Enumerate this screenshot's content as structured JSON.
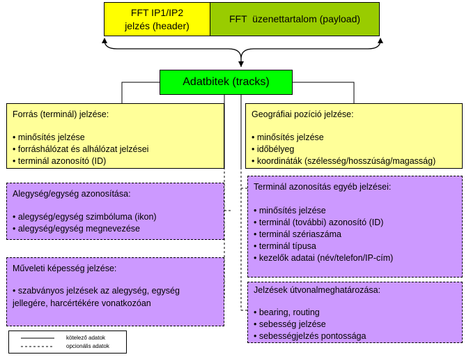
{
  "header_box": {
    "line1": "FFT IP1/IP2",
    "line2": "jelzés (header)"
  },
  "payload_box": {
    "label": "FFT  üzenettartalom (payload)"
  },
  "tracks_box": {
    "label": "Adatbitek (tracks)"
  },
  "source_box": {
    "title": "Forrás (terminál) jelzése:",
    "items": [
      "minősítés jelzése",
      "forráshálózat és alhálózat jelzései",
      "terminál azonosító (ID)"
    ]
  },
  "geo_box": {
    "title": "Geográfiai pozíció jelzése:",
    "items": [
      "minősítés jelzése",
      "időbélyeg",
      "koordináták (szélesség/hosszúság/magasság)"
    ]
  },
  "unit_box": {
    "title": "Alegység/egység azonosítása:",
    "items": [
      "alegység/egység szimbóluma (ikon)",
      "alegység/egység megnevezése"
    ]
  },
  "terminal_box": {
    "title": "Terminál azonosítás egyéb jelzései:",
    "items": [
      "minősítés jelzése",
      "terminál (további) azonosító (ID)",
      "terminál szériaszáma",
      "terminál típusa",
      "kezelők adatai (név/telefon/IP-cím)"
    ]
  },
  "capability_box": {
    "title": "Műveleti képesség jelzése:",
    "text1": "• szabványos jelzések az alegység, egység",
    "text2": "jellegére, harcértékére vonatkozóan"
  },
  "route_box": {
    "title": "Jelzések útvonalmeghatározása:",
    "items": [
      "bearing, routing",
      "sebesség jelzése",
      "sebességjelzés pontossága"
    ]
  },
  "legend": {
    "mandatory": "kötelező adatok",
    "optional": "opcionális adatok"
  },
  "colors": {
    "yellow": "#ffff99",
    "green": "#99cc00",
    "bright_green": "#00ff00",
    "purple": "#cc99ff"
  }
}
